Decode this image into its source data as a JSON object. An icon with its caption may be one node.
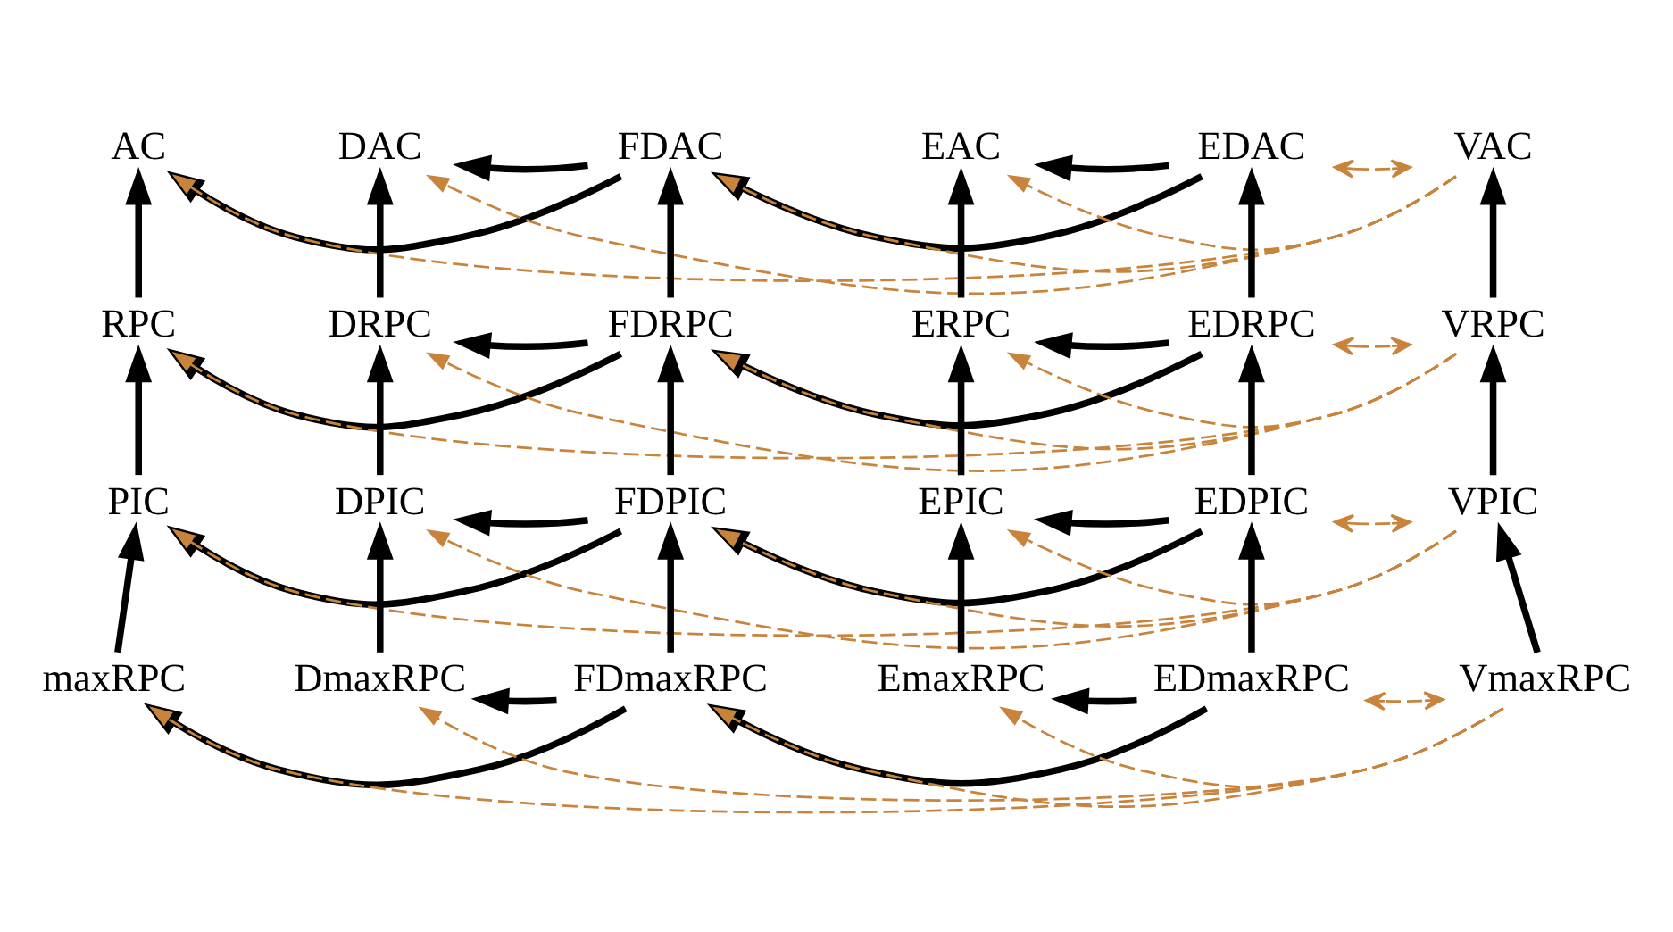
{
  "diagram": {
    "nodes": [
      {
        "text": [
          "AC"
        ]
      },
      {
        "text": [
          "DAC"
        ]
      },
      {
        "text": [
          "FDAC"
        ]
      },
      {
        "text": [
          "EAC"
        ]
      },
      {
        "text": [
          "EDAC"
        ]
      },
      {
        "text": [
          "VAC"
        ]
      },
      {
        "text": [
          "RPC"
        ]
      },
      {
        "text": [
          "DRPC"
        ]
      },
      {
        "text": [
          "FDRPC"
        ]
      },
      {
        "text": [
          "ERPC"
        ]
      },
      {
        "text": [
          "EDRPC"
        ]
      },
      {
        "text": [
          "VRPC"
        ]
      },
      {
        "text": [
          "PIC"
        ]
      },
      {
        "text": [
          "DPIC"
        ]
      },
      {
        "text": [
          "FDPIC"
        ]
      },
      {
        "text": [
          "EPIC"
        ]
      },
      {
        "text": [
          "EDPIC"
        ]
      },
      {
        "text": [
          "VPIC"
        ]
      },
      {
        "text": [
          "maxRPC"
        ]
      },
      {
        "text": [
          "DmaxRPC"
        ]
      },
      {
        "text": [
          "FDmaxRPC"
        ]
      },
      {
        "text": [
          "EmaxRPC"
        ]
      },
      {
        "text": [
          "EDmaxRPC"
        ]
      },
      {
        "text": [
          "VmaxRPC"
        ]
      }
    ],
    "edges": [
      {
        "from": 6,
        "to": 0,
        "arrow": "to"
      },
      {
        "from": 7,
        "to": 1,
        "arrow": "to"
      },
      {
        "from": 8,
        "to": 2,
        "arrow": "to"
      },
      {
        "from": 9,
        "to": 3,
        "arrow": "to"
      },
      {
        "from": 10,
        "to": 4,
        "arrow": "to"
      },
      {
        "from": 11,
        "to": 5,
        "arrow": "to"
      },
      {
        "from": 12,
        "to": 6,
        "arrow": "to"
      },
      {
        "from": 13,
        "to": 7,
        "arrow": "to"
      },
      {
        "from": 14,
        "to": 8,
        "arrow": "to"
      },
      {
        "from": 15,
        "to": 9,
        "arrow": "to"
      },
      {
        "from": 16,
        "to": 10,
        "arrow": "to"
      },
      {
        "from": 17,
        "to": 11,
        "arrow": "to"
      },
      {
        "from": 18,
        "to": 12,
        "arrow": "to"
      },
      {
        "from": 19,
        "to": 13,
        "arrow": "to"
      },
      {
        "from": 20,
        "to": 14,
        "arrow": "to"
      },
      {
        "from": 21,
        "to": 15,
        "arrow": "to"
      },
      {
        "from": 22,
        "to": 16,
        "arrow": "to"
      },
      {
        "from": 23,
        "to": 17,
        "arrow": "to"
      },
      {
        "from": 2,
        "to": 0,
        "arrow": "to"
      },
      {
        "from": 2,
        "to": 1,
        "arrow": "to"
      },
      {
        "from": 4,
        "to": 2,
        "arrow": "to"
      },
      {
        "from": 4,
        "to": 3,
        "arrow": "to"
      },
      {
        "from": 8,
        "to": 6,
        "arrow": "to"
      },
      {
        "from": 8,
        "to": 7,
        "arrow": "to"
      },
      {
        "from": 10,
        "to": 8,
        "arrow": "to"
      },
      {
        "from": 10,
        "to": 9,
        "arrow": "to"
      },
      {
        "from": 14,
        "to": 12,
        "arrow": "to"
      },
      {
        "from": 14,
        "to": 13,
        "arrow": "to"
      },
      {
        "from": 16,
        "to": 14,
        "arrow": "to"
      },
      {
        "from": 16,
        "to": 15,
        "arrow": "to"
      },
      {
        "from": 20,
        "to": 18,
        "arrow": "to"
      },
      {
        "from": 20,
        "to": 19,
        "arrow": "to"
      },
      {
        "from": 22,
        "to": 20,
        "arrow": "to"
      },
      {
        "from": 22,
        "to": 21,
        "arrow": "to"
      },
      {
        "from": 5,
        "to": 0,
        "arrow": "to",
        "style": "dashed",
        "color": "#c8843c"
      },
      {
        "from": 5,
        "to": 1,
        "arrow": "to",
        "style": "dashed",
        "color": "#c8843c"
      },
      {
        "from": 5,
        "to": 2,
        "arrow": "to",
        "style": "dashed",
        "color": "#c8843c"
      },
      {
        "from": 5,
        "to": 3,
        "arrow": "to",
        "style": "dashed",
        "color": "#c8843c"
      },
      {
        "from": 4,
        "to": 5,
        "arrow": "both",
        "style": "dashed",
        "color": "#c8843c"
      },
      {
        "from": 11,
        "to": 6,
        "arrow": "to",
        "style": "dashed",
        "color": "#c8843c"
      },
      {
        "from": 11,
        "to": 7,
        "arrow": "to",
        "style": "dashed",
        "color": "#c8843c"
      },
      {
        "from": 11,
        "to": 8,
        "arrow": "to",
        "style": "dashed",
        "color": "#c8843c"
      },
      {
        "from": 11,
        "to": 9,
        "arrow": "to",
        "style": "dashed",
        "color": "#c8843c"
      },
      {
        "from": 10,
        "to": 11,
        "arrow": "both",
        "style": "dashed",
        "color": "#c8843c"
      },
      {
        "from": 17,
        "to": 12,
        "arrow": "to",
        "style": "dashed",
        "color": "#c8843c"
      },
      {
        "from": 17,
        "to": 13,
        "arrow": "to",
        "style": "dashed",
        "color": "#c8843c"
      },
      {
        "from": 17,
        "to": 14,
        "arrow": "to",
        "style": "dashed",
        "color": "#c8843c"
      },
      {
        "from": 17,
        "to": 15,
        "arrow": "to",
        "style": "dashed",
        "color": "#c8843c"
      },
      {
        "from": 16,
        "to": 17,
        "arrow": "both",
        "style": "dashed",
        "color": "#c8843c"
      },
      {
        "from": 23,
        "to": 18,
        "arrow": "to",
        "style": "dashed",
        "color": "#c8843c"
      },
      {
        "from": 23,
        "to": 19,
        "arrow": "to",
        "style": "dashed",
        "color": "#c8843c"
      },
      {
        "from": 23,
        "to": 20,
        "arrow": "to",
        "style": "dashed",
        "color": "#c8843c"
      },
      {
        "from": 23,
        "to": 21,
        "arrow": "to",
        "style": "dashed",
        "color": "#c8843c"
      },
      {
        "from": 22,
        "to": 23,
        "arrow": "both",
        "style": "dashed",
        "color": "#c8843c"
      }
    ]
  }
}
